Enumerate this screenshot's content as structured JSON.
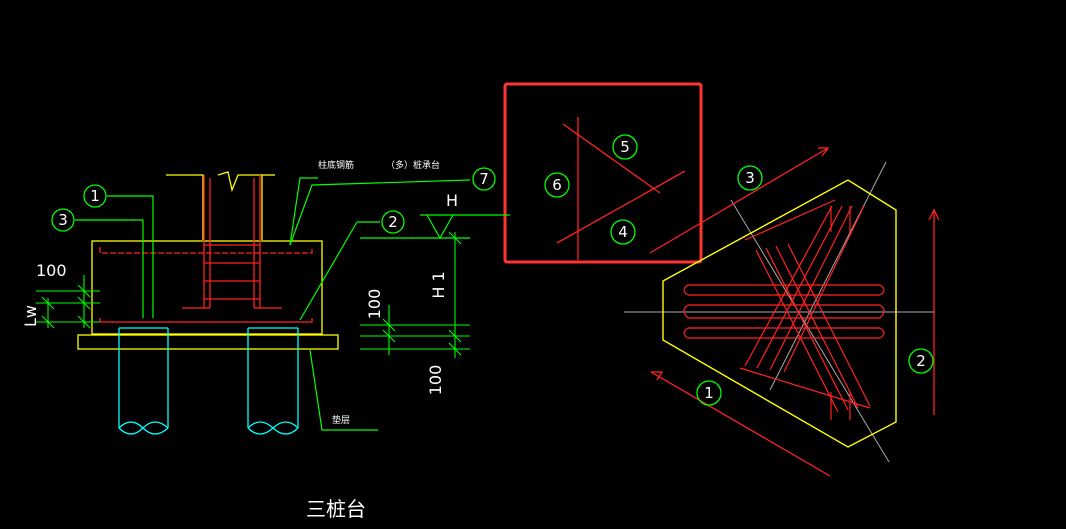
{
  "drawing": {
    "title": "三桩台",
    "colors": {
      "background": "#000000",
      "outline": "#ffff00",
      "rebar": "#ff0000",
      "leader": "#00ff00",
      "pile": "#00ffff",
      "dim": "#00ff00",
      "text": "#ffffff",
      "highlight": "#ff3333",
      "centerline": "#aaaaaa"
    },
    "section": {
      "callouts": [
        "1",
        "3",
        "2",
        "7"
      ],
      "note_column": "柱底钢筋",
      "note_cap": "（多）桩承台",
      "note_cushion": "垫层",
      "elev_symbol": "H",
      "height_label": "H 1",
      "dim_100_a": "100",
      "dim_lw": "Lw",
      "dim_100_b": "100",
      "dim_100_c": "100"
    },
    "legend_box": {
      "callouts": [
        "5",
        "6",
        "4"
      ]
    },
    "plan": {
      "callouts": [
        "3",
        "2",
        "1"
      ]
    }
  }
}
